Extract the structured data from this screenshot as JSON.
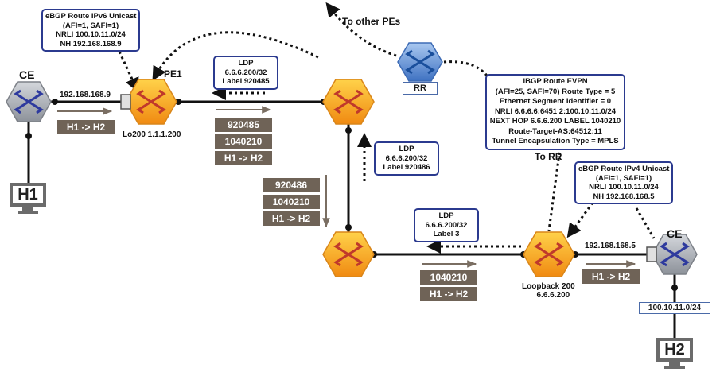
{
  "devices": {
    "ce_left": "CE",
    "pe1": "PE1",
    "pe1_loopback": "Lo200 1.1.1.200",
    "rr": "RR",
    "pe_right_loopback": "Loopback 200",
    "pe_right_ip": "6.6.6.200",
    "ce_right": "CE",
    "h1": "H1",
    "h2": "H2"
  },
  "interfaces": {
    "left_ce_ip": "192.168.168.9",
    "right_ce_ip": "192.168.168.5",
    "right_prefix": "100.10.11.0/24"
  },
  "annotations": {
    "to_other_pes": "To other PEs",
    "to_rr": "To RR"
  },
  "callouts": {
    "ebgp_ipv6": [
      "eBGP Route IPv6 Unicast",
      "(AFI=1, SAFI=1)",
      "NRLI 100.10.11.0/24",
      "NH 192.168.168.9"
    ],
    "ldp_top": [
      "LDP",
      "6.6.6.200/32",
      "Label 920485"
    ],
    "ldp_mid": [
      "LDP",
      "6.6.6.200/32",
      "Label 920486"
    ],
    "ldp_bottom": [
      "LDP",
      "6.6.6.200/32",
      "Label 3"
    ],
    "ibgp_evpn": [
      "iBGP Route EVPN",
      "(AFI=25, SAFI=70) Route Type = 5",
      "Ethernet Segment Identifier = 0",
      "NRLI 6.6.6.6:6451  2:100.10.11.0/24",
      "NEXT HOP 6.6.6.200  LABEL 1040210",
      "Route-Target-AS:64512:11",
      "Tunnel Encapsulation Type = MPLS"
    ],
    "ebgp_ipv4": [
      "eBGP Route IPv4 Unicast",
      "(AFI=1, SAFI=1)",
      "NRLI 100.10.11.0/24",
      "NH 192.168.168.5"
    ]
  },
  "label_stacks": {
    "left_ce": [
      "H1 -> H2"
    ],
    "top": [
      "920485",
      "1040210",
      "H1 -> H2"
    ],
    "left_vertical": [
      "920486",
      "1040210",
      "H1 -> H2"
    ],
    "bottom": [
      "1040210",
      "H1 -> H2"
    ],
    "right_ce": [
      "H1 -> H2"
    ]
  },
  "colors": {
    "router_orange": "#f5a623",
    "router_inner": "#f9c74f",
    "router_arrows": "#c0392b",
    "ce_gray": "#a8adb5",
    "ce_arrows": "#2e3a9e",
    "rr_blue": "#5b8dd6",
    "callout_border": "#2b3a8f",
    "label_bg": "#6f6357"
  }
}
